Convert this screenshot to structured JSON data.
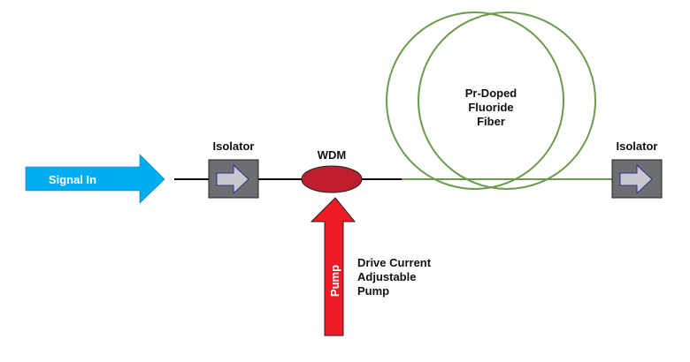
{
  "diagram": {
    "title": "Pr-Doped Fluoride Fiber Amplifier Setup",
    "signal": {
      "label": "Signal In",
      "color": "#00aeef"
    },
    "isolator_in": {
      "label": "Isolator",
      "color": "#6d6e71",
      "arrow_color": "#c8c8c8"
    },
    "wdm": {
      "label": "WDM",
      "color": "#be1e2d"
    },
    "pump": {
      "label": "Pump",
      "color": "#ed1c24",
      "note_lines": [
        "Drive Current",
        "Adjustable",
        "Pump"
      ]
    },
    "fiber": {
      "label_lines": [
        "Pr-Doped",
        "Fluoride",
        "Fiber"
      ],
      "color": "#6a9a4a"
    },
    "isolator_out": {
      "label": "Isolator",
      "color": "#6d6e71",
      "arrow_color": "#c8c8c8"
    }
  }
}
